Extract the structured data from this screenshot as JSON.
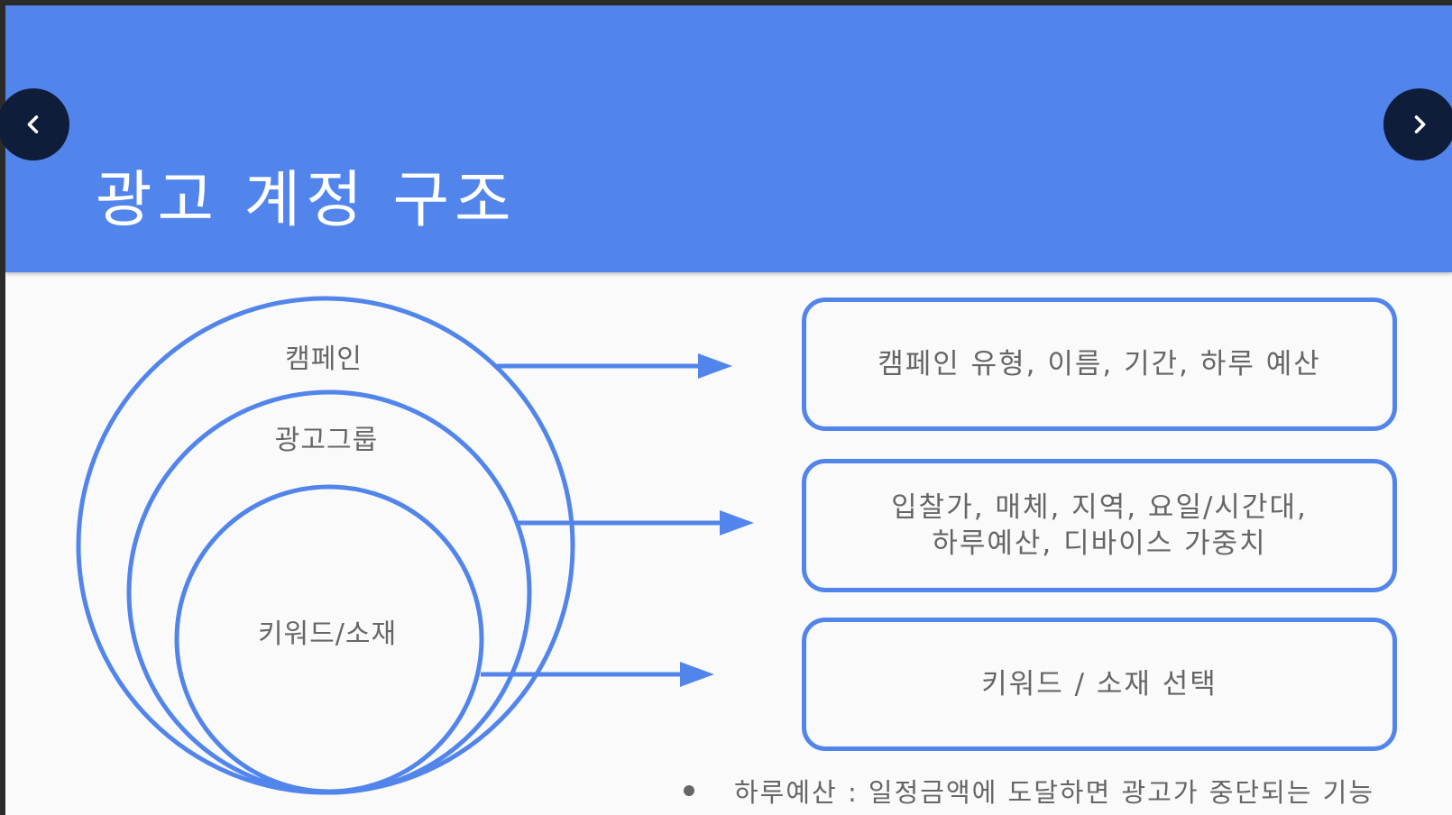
{
  "slide": {
    "title": "광고 계정 구조"
  },
  "navigation": {
    "prev_icon": "chevron-left-icon",
    "next_icon": "chevron-right-icon"
  },
  "diagram": {
    "circles": [
      {
        "label": "캠페인"
      },
      {
        "label": "광고그룹"
      },
      {
        "label": "키워드/소재"
      }
    ],
    "boxes": [
      {
        "lines": [
          "캠페인 유형, 이름, 기간, 하루 예산"
        ]
      },
      {
        "lines": [
          "입찰가, 매체, 지역, 요일/시간대,",
          "하루예산, 디바이스 가중치"
        ]
      },
      {
        "lines": [
          "키워드 / 소재 선택"
        ]
      }
    ]
  },
  "note": {
    "text": "하루예산 : 일정금액에 도달하면 광고가 중단되는 기능"
  },
  "colors": {
    "header": "#5285ec",
    "accent": "#5285ec",
    "nav_button": "#0f1d3a",
    "text": "#666666"
  }
}
